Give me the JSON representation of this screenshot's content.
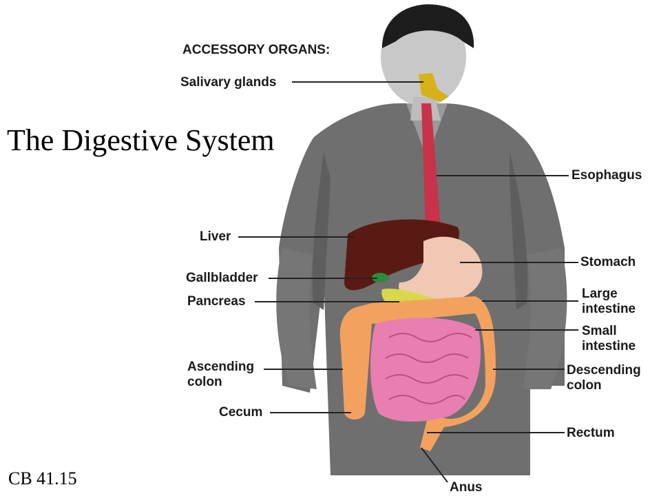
{
  "slide": {
    "title": "The Digestive System",
    "footer_ref": "CB 41.15"
  },
  "diagram": {
    "header": "ACCESSORY ORGANS:",
    "labels": {
      "salivary_glands": "Salivary glands",
      "esophagus": "Esophagus",
      "liver": "Liver",
      "stomach": "Stomach",
      "gallbladder": "Gallbladder",
      "pancreas": "Pancreas",
      "large_intestine": [
        "Large",
        "intestine"
      ],
      "small_intestine": [
        "Small",
        "intestine"
      ],
      "ascending_colon": [
        "Ascending",
        "colon"
      ],
      "descending_colon": [
        "Descending",
        "colon"
      ],
      "cecum": "Cecum",
      "rectum": "Rectum",
      "anus": "Anus"
    }
  },
  "colors": {
    "figure_gray": "#6b6b6b",
    "liver": "#5a1a14",
    "stomach": "#f0c8b4",
    "small_intestine": "#e87fb0",
    "large_intestine": "#f2a25e",
    "esophagus": "#c8324a",
    "pancreas": "#d8d84a",
    "gallbladder": "#2e8b3a",
    "salivary": "#d6b11a"
  }
}
